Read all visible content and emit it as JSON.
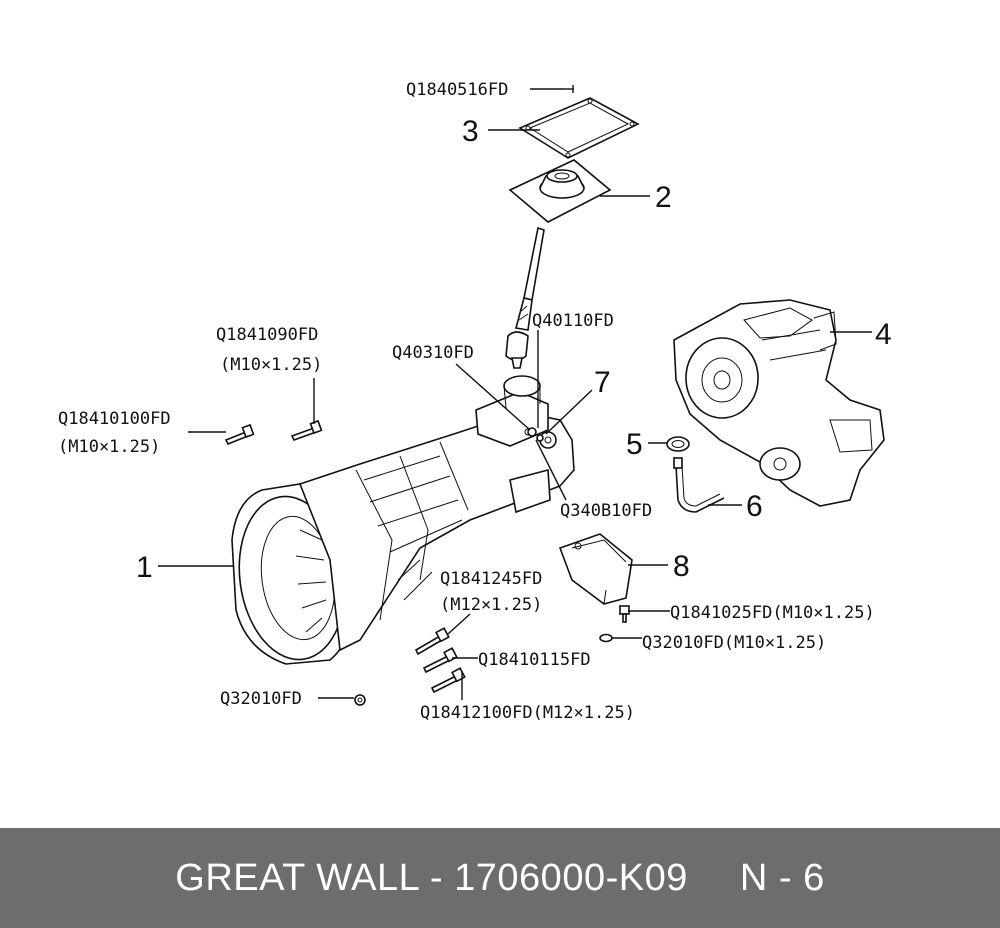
{
  "callouts": {
    "c1": "1",
    "c2": "2",
    "c3": "3",
    "c4": "4",
    "c5": "5",
    "c6": "6",
    "c7": "7",
    "c8": "8"
  },
  "labels": {
    "q1840516": "Q1840516FD",
    "q1841090": "Q1841090FD",
    "q1841090_spec": "(M10×1.25)",
    "q18410100": "Q18410100FD",
    "q18410100_spec": "(M10×1.25)",
    "q40310": "Q40310FD",
    "q40110": "Q40110FD",
    "q340b10": "Q340B10FD",
    "q1841245": "Q1841245FD",
    "q1841245_spec": "(M12×1.25)",
    "q1841025": "Q1841025FD(M10×1.25)",
    "q32010_right": "Q32010FD(M10×1.25)",
    "q18410115": "Q18410115FD",
    "q32010_left": "Q32010FD",
    "q18412100": "Q18412100FD(M12×1.25)"
  },
  "footer": {
    "title": "GREAT WALL - 1706000-K09",
    "page": "N - 6"
  }
}
